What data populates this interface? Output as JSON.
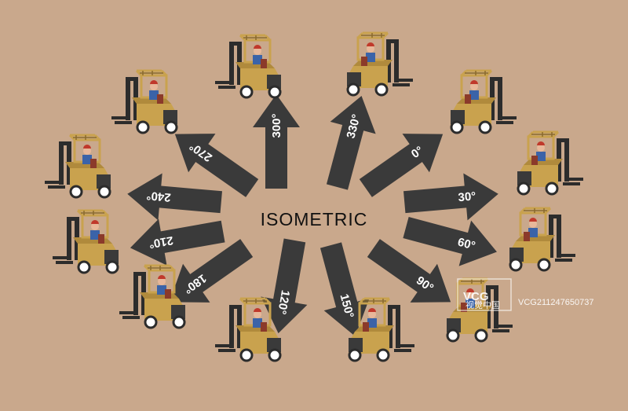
{
  "title": "ISOMETRIC",
  "arrows": [
    {
      "label": "0°",
      "angle_deg": -30
    },
    {
      "label": "30°",
      "angle_deg": 5
    },
    {
      "label": "60°",
      "angle_deg": 25
    },
    {
      "label": "90°",
      "angle_deg": 55
    },
    {
      "label": "120°",
      "angle_deg": 100
    },
    {
      "label": "150°",
      "angle_deg": 80
    },
    {
      "label": "180°",
      "angle_deg": 150
    },
    {
      "label": "210°",
      "angle_deg": 175
    },
    {
      "label": "240°",
      "angle_deg": 185
    },
    {
      "label": "270°",
      "angle_deg": 205
    },
    {
      "label": "300°",
      "angle_deg": 275
    },
    {
      "label": "330°",
      "angle_deg": 300
    }
  ],
  "watermark": {
    "logo": "VCG",
    "sublogo": "视觉中国",
    "id": "VCG211247650737"
  },
  "colors": {
    "background": "#c9a88c",
    "arrow": "#3a3a3a",
    "forklift_body": "#c9a24e",
    "forklift_dark": "#2c2c2c",
    "driver": "#3b63a8"
  }
}
